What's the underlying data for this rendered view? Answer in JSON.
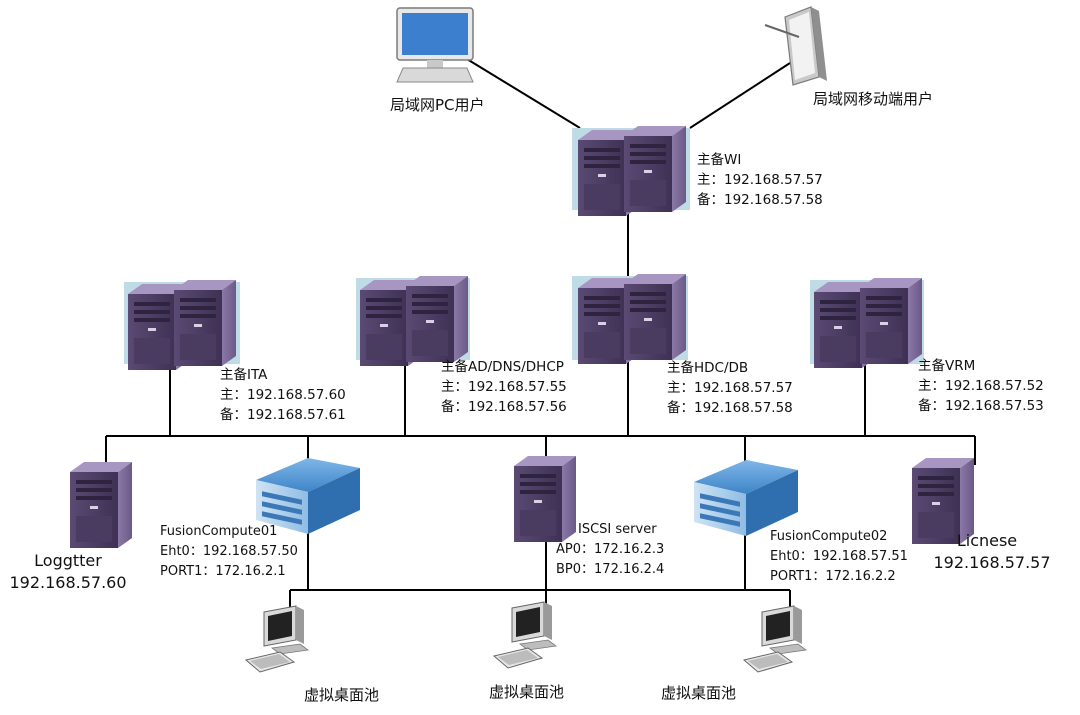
{
  "users": {
    "pc_user": "局域网PC用户",
    "mobile_user": "局域网移动端用户"
  },
  "nodes": {
    "wi": {
      "title": "主备WI",
      "primary": "主：192.168.57.57",
      "backup": "备：192.168.57.58"
    },
    "ita": {
      "title": "主备ITA",
      "primary": "主：192.168.57.60",
      "backup": "备：192.168.57.61"
    },
    "ad": {
      "title": "主备AD/DNS/DHCP",
      "primary": "主：192.168.57.55",
      "backup": "备：192.168.57.56"
    },
    "hdc": {
      "title": "主备HDC/DB",
      "primary": "主：192.168.57.57",
      "backup": "备：192.168.57.58"
    },
    "vrm": {
      "title": "主备VRM",
      "primary": "主：192.168.57.52",
      "backup": "备：192.168.57.53"
    },
    "loggtter": {
      "name": "Loggtter",
      "ip": "192.168.57.60"
    },
    "fc01": {
      "name": "FusionCompute01",
      "eth": "Eht0：192.168.57.50",
      "port": "PORT1：172.16.2.1"
    },
    "iscsi": {
      "name": "ISCSI server",
      "ap": "AP0：172.16.2.3",
      "bp": "BP0：172.16.2.4"
    },
    "fc02": {
      "name": "FusionCompute02",
      "eth": "Eht0：192.168.57.51",
      "port": "PORT1：172.16.2.2"
    },
    "licnese": {
      "name": "Licnese",
      "ip": "192.168.57.57"
    }
  },
  "desktop_pools": [
    "虚拟桌面池",
    "虚拟桌面池",
    "虚拟桌面池"
  ],
  "colors": {
    "server_dark": "#4b3c63",
    "server_mid": "#6e5a8a",
    "server_light": "#9a88b4",
    "highlight_box": "#bfdce6",
    "rack_blue": "#4a8fd2",
    "line": "#000000"
  }
}
